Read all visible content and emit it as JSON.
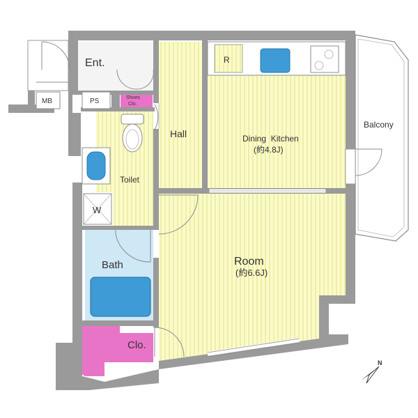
{
  "rooms": {
    "entrance": "Ent.",
    "mb": "MB",
    "ps": "PS",
    "shoes_closet_line1": "Shoes",
    "shoes_closet_line2": "Clo.",
    "refrigerator": "R",
    "hall": "Hall",
    "dining_kitchen": "Dining  Kitchen",
    "dining_kitchen_size": "(約4.8J)",
    "balcony": "Balcony",
    "toilet": "Toilet",
    "washer": "W",
    "bath": "Bath",
    "room": "Room",
    "room_size": "(約6.6J)",
    "closet": "Clo."
  },
  "compass": {
    "north_label": "N"
  },
  "colors": {
    "wall": "#9a9a9a",
    "floor": "#fbfbc8",
    "floor_stripe": "#e2e28f",
    "bath": "#cfe8f6",
    "tub": "#3f9bd6",
    "closet": "#e874c8"
  }
}
